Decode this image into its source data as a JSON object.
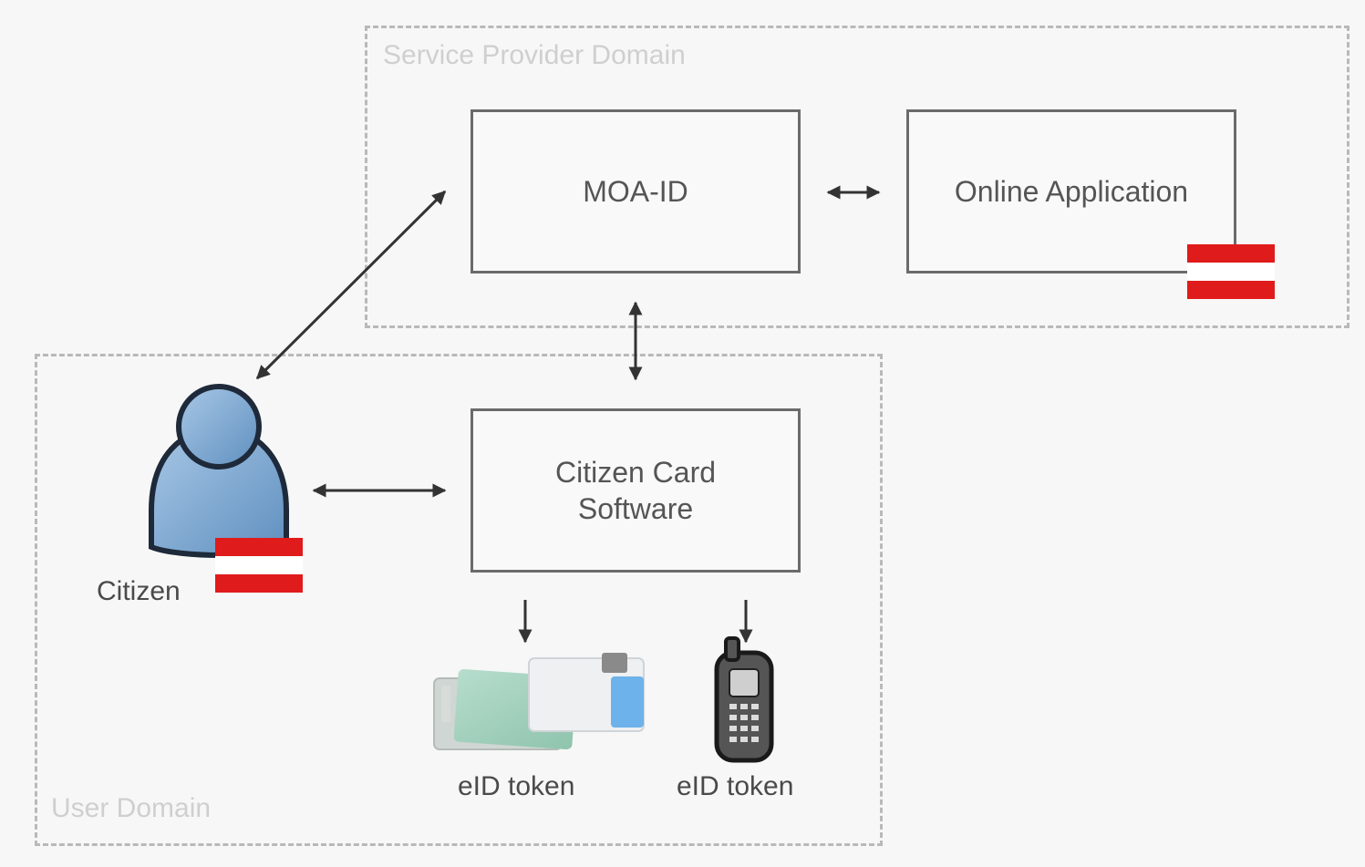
{
  "domains": {
    "service_provider": {
      "label": "Service Provider Domain"
    },
    "user": {
      "label": "User Domain"
    }
  },
  "boxes": {
    "moa_id": {
      "label": "MOA-ID"
    },
    "online_application": {
      "label": "Online Application"
    },
    "citizen_card_software": {
      "line1": "Citizen Card",
      "line2": "Software"
    }
  },
  "actors": {
    "citizen": {
      "label": "Citizen",
      "icon": "person-icon"
    }
  },
  "tokens": {
    "card": {
      "label": "eID token",
      "icon": "smart-card-icon"
    },
    "phone": {
      "label": "eID token",
      "icon": "mobile-phone-icon"
    }
  },
  "flag_colors": {
    "red": "#e01b1b",
    "white": "#ffffff"
  }
}
